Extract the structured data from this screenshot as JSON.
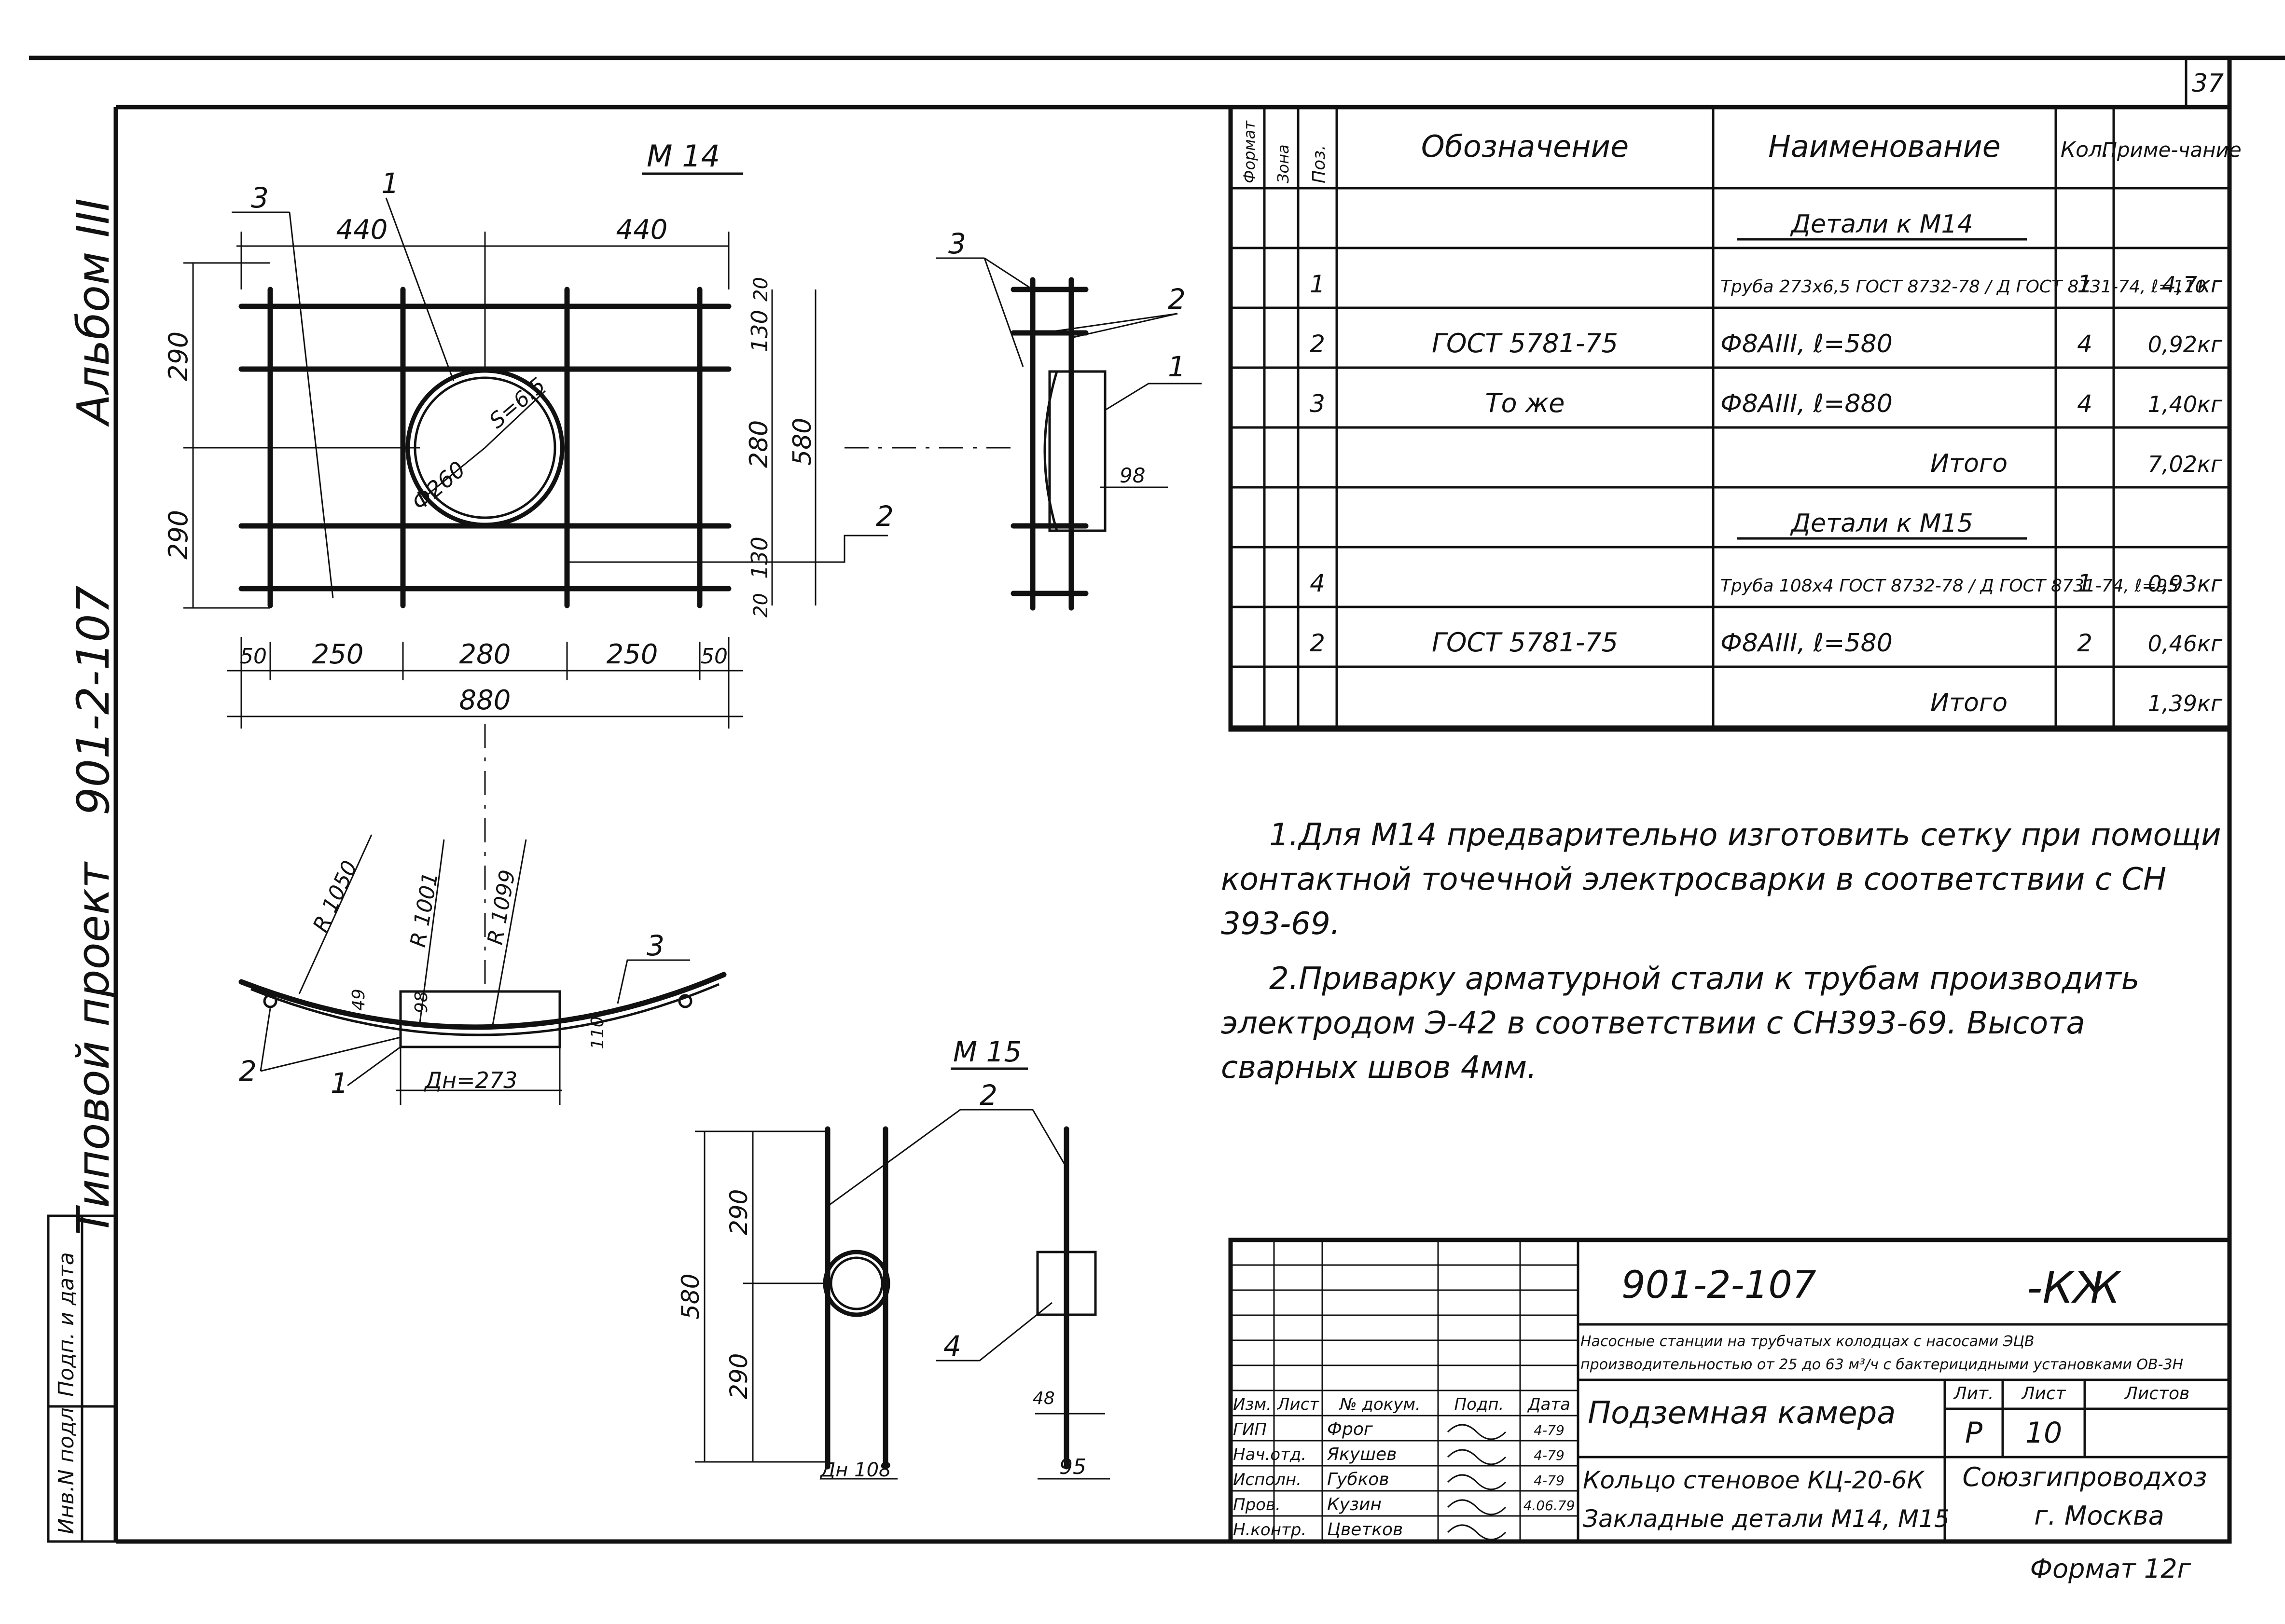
{
  "sheet_number": "37",
  "format": "Формат 12г",
  "side_labels": {
    "album": "Альбом III",
    "project_code": "901-2-107",
    "project_type": "Типовой проект"
  },
  "side_stamp": [
    "Инв.N подл",
    "Подп. и дата"
  ],
  "view_m14": {
    "title": "М 14",
    "top_dims": [
      "440",
      "440"
    ],
    "bottom_dims": [
      "50",
      "250",
      "280",
      "250",
      "50"
    ],
    "overall_width": "880",
    "right_dims": [
      "20",
      "130",
      "280",
      "130",
      "20"
    ],
    "overall_height": "580",
    "left_dims": [
      "290",
      "290"
    ],
    "pipe_label": "Ф260",
    "wall_label": "S=6.5",
    "callouts": [
      "1",
      "2",
      "3"
    ]
  },
  "side_view": {
    "callouts": [
      "3",
      "2",
      "1"
    ],
    "dim": "98"
  },
  "bent_view": {
    "radii": [
      "R 1050",
      "R 1001",
      "R 1099"
    ],
    "dims": [
      "49",
      "98",
      "110"
    ],
    "diameter": "Дн=273",
    "callouts": [
      "3",
      "2",
      "1"
    ]
  },
  "view_m15": {
    "title": "М 15",
    "dims": [
      "290",
      "580",
      "290"
    ],
    "bottom_dims": [
      "Дн 108",
      "48",
      "95"
    ],
    "callouts": [
      "2",
      "4"
    ]
  },
  "spec_table": {
    "headers": [
      "Формат",
      "Зона",
      "Поз.",
      "Обозначение",
      "Наименование",
      "Кол.",
      "Приме-чание"
    ],
    "rows": [
      {
        "pos": "",
        "designation": "",
        "name": "Детали к М14",
        "qty": "",
        "note": "",
        "kind": "section"
      },
      {
        "pos": "1",
        "designation": "",
        "name": "Труба 273х6,5 ГОСТ 8732-78 / Д ГОСТ 8731-74, ℓ=110",
        "qty": "1",
        "note": "4,7кг",
        "kind": "item"
      },
      {
        "pos": "2",
        "designation": "ГОСТ 5781-75",
        "name": "Ф8АIII, ℓ=580",
        "qty": "4",
        "note": "0,92кг",
        "kind": "item"
      },
      {
        "pos": "3",
        "designation": "То же",
        "name": "Ф8АIII, ℓ=880",
        "qty": "4",
        "note": "1,40кг",
        "kind": "item"
      },
      {
        "pos": "",
        "designation": "",
        "name": "Итого",
        "qty": "",
        "note": "7,02кг",
        "kind": "total"
      },
      {
        "pos": "",
        "designation": "",
        "name": "Детали к М15",
        "qty": "",
        "note": "",
        "kind": "section"
      },
      {
        "pos": "4",
        "designation": "",
        "name": "Труба 108х4 ГОСТ 8732-78 / Д ГОСТ 8731-74, ℓ=95",
        "qty": "1",
        "note": "0,93кг",
        "kind": "item"
      },
      {
        "pos": "2",
        "designation": "ГОСТ 5781-75",
        "name": "Ф8АIII, ℓ=580",
        "qty": "2",
        "note": "0,46кг",
        "kind": "item"
      },
      {
        "pos": "",
        "designation": "",
        "name": "Итого",
        "qty": "",
        "note": "1,39кг",
        "kind": "total"
      }
    ]
  },
  "notes": [
    "1.Для М14 предварительно изготовить сетку при помощи контактной точечной электросварки в соответствии с СН 393-69.",
    "2.Приварку арматурной стали к трубам производить электродом Э-42 в соответствии с СН393-69. Высота сварных швов 4мм."
  ],
  "title_block": {
    "code": "901-2-107",
    "mark": "-КЖ",
    "description": "Насосные станции на трубчатых колодцах с насосами ЭЦВ производительностью от 25 до 63 м³/ч с бактерицидными установками ОВ-3Н",
    "header_cells": [
      "Изм.",
      "Лист",
      "№ докум.",
      "Подп.",
      "Дата"
    ],
    "people": [
      {
        "role": "ГИП",
        "name": "Фрог",
        "date": "4-79"
      },
      {
        "role": "Нач.отд.",
        "name": "Якушев",
        "date": "4-79"
      },
      {
        "role": "Исполн.",
        "name": "Губков",
        "date": "4-79"
      },
      {
        "role": "Пров.",
        "name": "Кузин",
        "date": "4.06.79"
      },
      {
        "role": "Н.контр.",
        "name": "Цветков",
        "date": ""
      }
    ],
    "stage_headers": [
      "Лит.",
      "Лист",
      "Листов"
    ],
    "stage": "Р",
    "sheet": "10",
    "sheets_total": "",
    "object": "Подземная камера",
    "drawing_title_1": "Кольцо стеновое КЦ-20-6К",
    "drawing_title_2": "Закладные детали М14, М15",
    "org_1": "Союзгипроводхоз",
    "org_2": "г. Москва"
  }
}
